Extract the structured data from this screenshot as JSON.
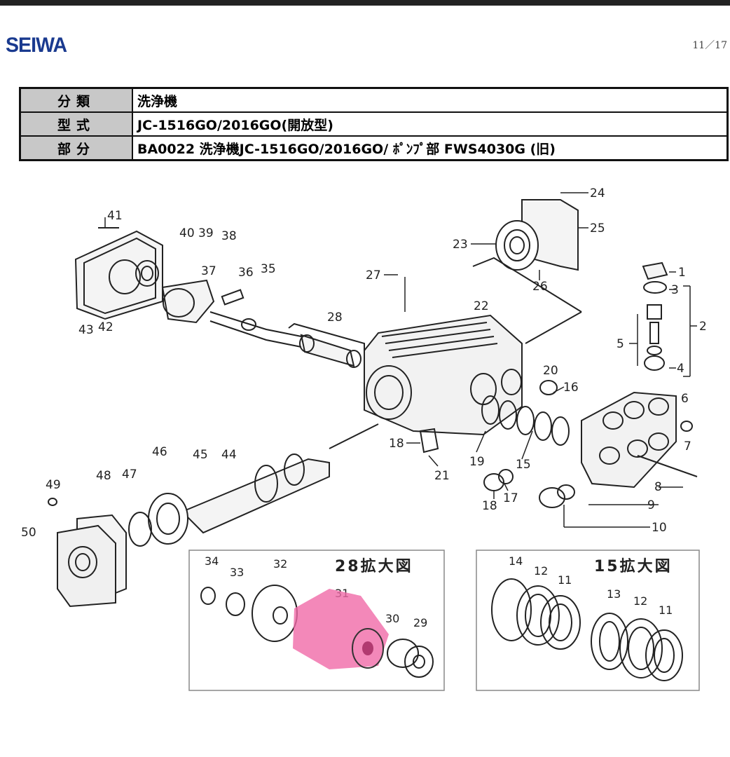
{
  "header": {
    "logo": "SEIWA",
    "page": "11／17"
  },
  "table": [
    {
      "label": "分類",
      "value": "洗浄機"
    },
    {
      "label": "型式",
      "value": "JC-1516GO/2016GO(開放型)"
    },
    {
      "label": "部分",
      "value": "BA0022 洗浄機JC-1516GO/2016GO/ ﾎﾟﾝﾌﾟ部 FWS4030G (旧)"
    }
  ],
  "diagram": {
    "callouts": [
      "1",
      "2",
      "3",
      "4",
      "5",
      "6",
      "7",
      "8",
      "9",
      "10",
      "11",
      "12",
      "13",
      "14",
      "15",
      "16",
      "17",
      "18",
      "19",
      "20",
      "21",
      "22",
      "23",
      "24",
      "25",
      "26",
      "27",
      "28",
      "29",
      "30",
      "31",
      "32",
      "33",
      "34",
      "35",
      "36",
      "37",
      "38",
      "39",
      "40",
      "41",
      "42",
      "43",
      "44",
      "45",
      "46",
      "47",
      "48",
      "49",
      "50"
    ],
    "inset_28_title": "28拡大図",
    "inset_15_title": "15拡大図",
    "inset_28_labels": [
      "34",
      "33",
      "32",
      "31",
      "30",
      "29"
    ],
    "inset_15_labels_a": [
      "14",
      "12",
      "11"
    ],
    "inset_15_labels_b": [
      "13",
      "12",
      "11"
    ],
    "highlight_color": "#f06aa8"
  }
}
